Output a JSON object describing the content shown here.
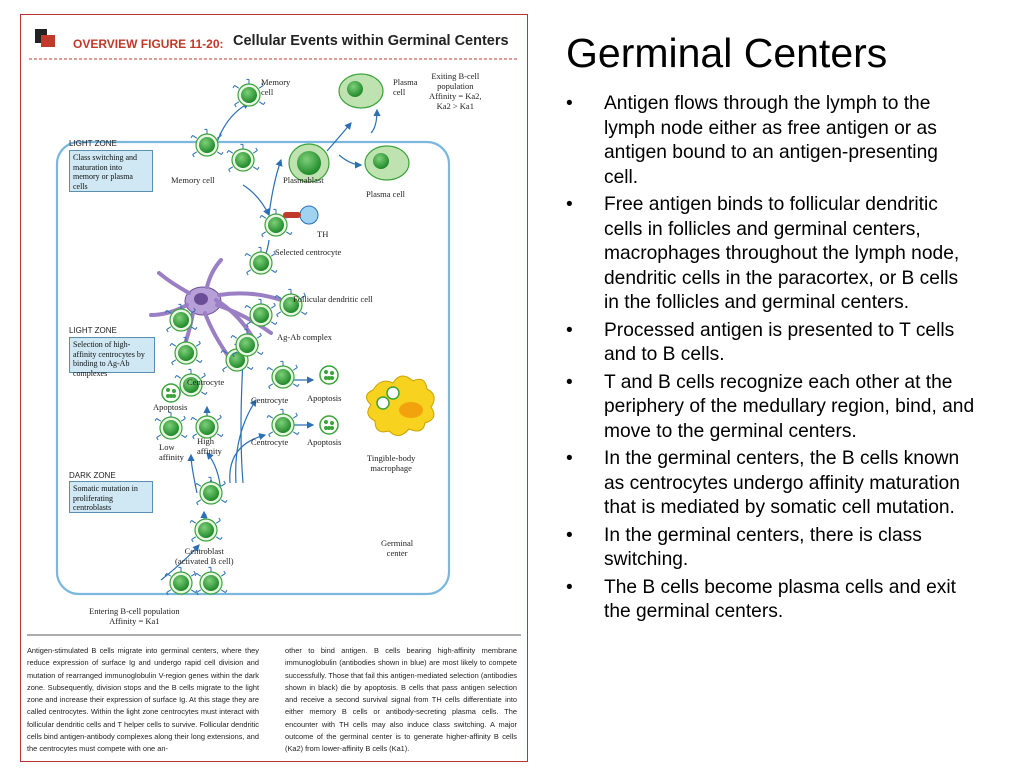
{
  "slide": {
    "title": "Germinal Centers",
    "bullets": [
      "Antigen flows through the lymph to the lymph node either as free antigen or as antigen bound to an antigen-presenting cell.",
      "Free antigen binds to follicular dendritic cells in follicles and germinal centers, macrophages throughout the lymph node, dendritic cells in the paracortex, or B cells in the follicles and germinal centers.",
      "Processed antigen is presented to T cells and to B cells.",
      "T and B cells recognize each other at the periphery of the medullary region, bind, and move to the germinal centers.",
      "In the germinal centers, the B cells known as centrocytes undergo affinity maturation that is mediated by somatic cell mutation.",
      "In the germinal centers, there is class switching.",
      "The B cells become plasma cells and exit the germinal centers."
    ],
    "bullet_symbol": "•"
  },
  "figure": {
    "label": "OVERVIEW FIGURE 11-20:",
    "title": "Cellular Events within Germinal Centers",
    "labels": {
      "memory_cell_top": "Memory\ncell",
      "plasma_cell_top": "Plasma\ncell",
      "exiting_population": "Exiting B-cell\npopulation\nAffinity = Ka2,\nKa2 > Ka1",
      "memory_cell": "Memory cell",
      "plasmablast": "Plasmablast",
      "plasma_cell": "Plasma cell",
      "th": "TH",
      "selected_centrocyte": "Selected centrocyte",
      "follicular_dendritic_cell": "Follicular dendritic cell",
      "ag_ab_complex": "Ag-Ab complex",
      "centrocyte_left": "Centrocyte",
      "centrocyte_mid1": "Centrocyte",
      "centrocyte_mid2": "Centrocyte",
      "apoptosis_left": "Apoptosis",
      "apoptosis_mid1": "Apoptosis",
      "apoptosis_mid2": "Apoptosis",
      "low_affinity": "Low\naffinity",
      "high_affinity": "High\naffinity",
      "tingible_body": "Tingible-body\nmacrophage",
      "centroblast": "Centroblast\n(activated B cell)",
      "germinal_center": "Germinal\ncenter",
      "entering_population": "Entering B-cell population\nAffinity = Ka1"
    },
    "zones": {
      "light_zone_1": "LIGHT ZONE",
      "light_zone_1_box": "Class switching and maturation into memory or plasma cells",
      "light_zone_2": "LIGHT ZONE",
      "light_zone_2_box": "Selection of high-affinity centrocytes by binding to Ag-Ab complexes",
      "dark_zone": "DARK ZONE",
      "dark_zone_box": "Somatic mutation in proliferating centroblasts"
    },
    "caption_left": "Antigen-stimulated B cells migrate into germinal centers, where they reduce expression of surface Ig and undergo rapid cell division and mutation of rearranged immunoglobulin V-region genes within the dark zone. Subsequently, division stops and the B cells migrate to the light zone and increase their expression of surface Ig. At this stage they are called centrocytes. Within the light zone centrocytes must interact with follicular dendritic cells and T helper cells to survive. Follicular dendritic cells bind antigen-antibody complexes along their long extensions, and the centrocytes must compete with one an-",
    "caption_right": "other to bind antigen. B cells bearing high-affinity membrane immunoglobulin (antibodies shown in blue) are most likely to compete successfully. Those that fail this antigen-mediated selection (antibodies shown in black) die by apoptosis. B cells that pass antigen selection and receive a second survival signal from TH cells differentiate into either memory B cells or antibody-secreting plasma cells. The encounter with TH cells may also induce class switching. A major outcome of the germinal center is to generate higher-affinity B cells (Ka2) from lower-affinity B cells (Ka1).",
    "colors": {
      "header_red": "#c0392b",
      "b_cell_green": "#3aa33a",
      "plasma_green": "#bfe3b0",
      "fdc_purple": "#8a6fb3",
      "macrophage_yellow": "#f7d21e",
      "zone_blue": "#cfe8f3",
      "arrow_blue": "#2c6fb5"
    }
  }
}
